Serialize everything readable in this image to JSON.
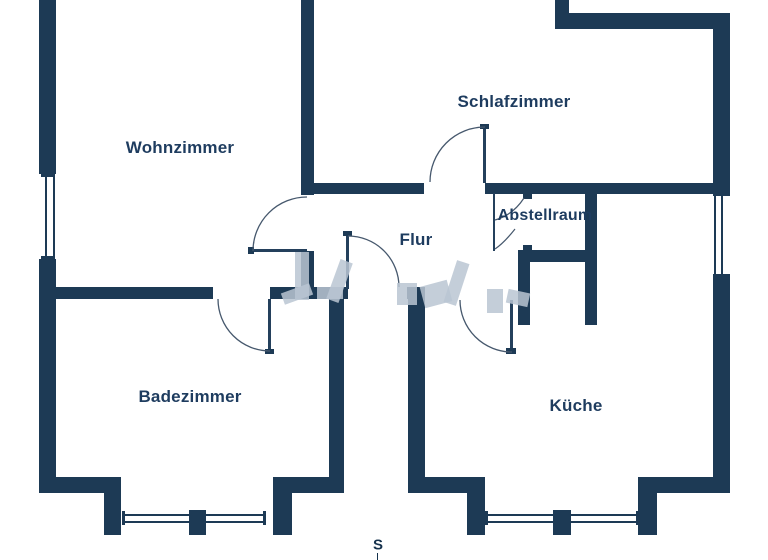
{
  "plan": {
    "type": "apartment-floor-plan",
    "language": "de"
  },
  "rooms": [
    {
      "id": "wohnzimmer",
      "label": "Wohnzimmer"
    },
    {
      "id": "schlafzimmer",
      "label": "Schlafzimmer"
    },
    {
      "id": "abstellraum",
      "label": "Abstellraum"
    },
    {
      "id": "flur",
      "label": "Flur"
    },
    {
      "id": "badezimmer",
      "label": "Badezimmer"
    },
    {
      "id": "kueche",
      "label": "Küche"
    }
  ],
  "compass": {
    "south_label": "S"
  },
  "colors": {
    "wall": "#1d3a55",
    "label_text": "#1e3c5f",
    "door_arc": "#46586d",
    "watermark": "#bac5d2",
    "background": "#ffffff"
  },
  "features": {
    "windows": [
      "left-wall-window",
      "right-wall-window",
      "badezimmer-bay-window",
      "kueche-bay-window"
    ],
    "doors": [
      "wohnzimmer-door",
      "schlafzimmer-door",
      "badezimmer-door",
      "flur-entrance-door",
      "kueche-door",
      "abstellraum-double-door"
    ]
  }
}
